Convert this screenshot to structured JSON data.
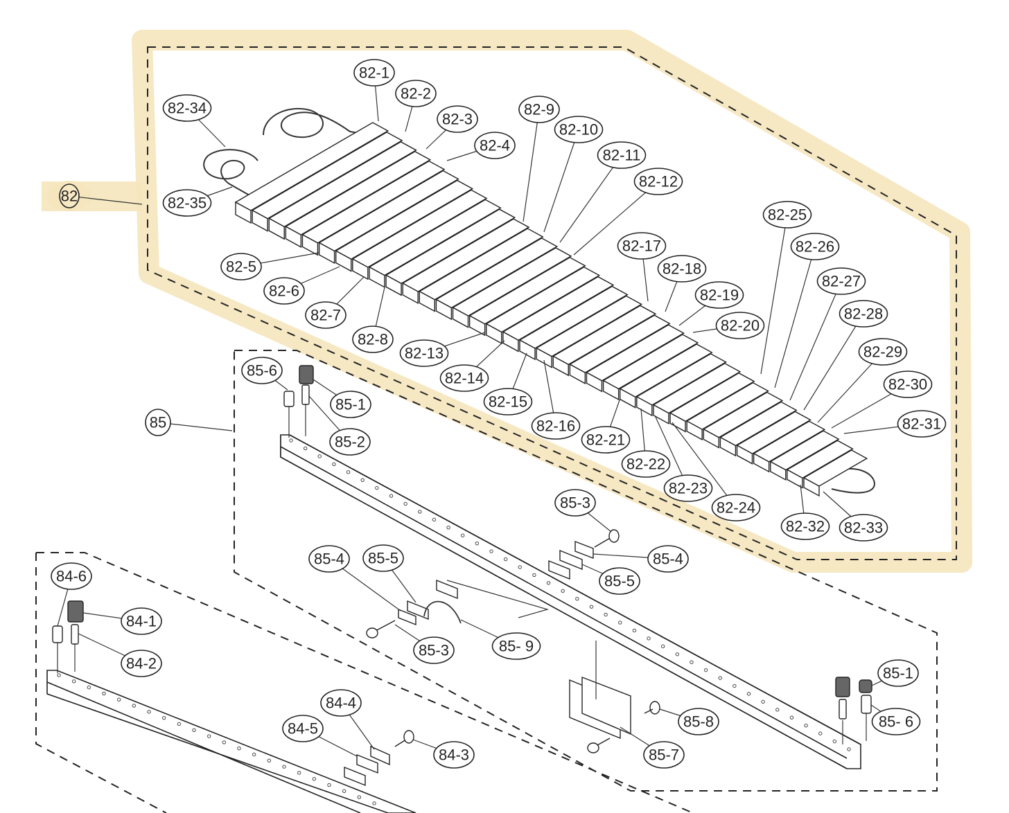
{
  "diagram": {
    "highlight_color": "#f7e9c4",
    "highlight_group": "82",
    "callouts": [
      {
        "id": "82",
        "label": "82"
      },
      {
        "id": "82-1",
        "label": "82-1"
      },
      {
        "id": "82-2",
        "label": "82-2"
      },
      {
        "id": "82-3",
        "label": "82-3"
      },
      {
        "id": "82-4",
        "label": "82-4"
      },
      {
        "id": "82-5",
        "label": "82-5"
      },
      {
        "id": "82-6",
        "label": "82-6"
      },
      {
        "id": "82-7",
        "label": "82-7"
      },
      {
        "id": "82-8",
        "label": "82-8"
      },
      {
        "id": "82-9",
        "label": "82-9"
      },
      {
        "id": "82-10",
        "label": "82-10"
      },
      {
        "id": "82-11",
        "label": "82-11"
      },
      {
        "id": "82-12",
        "label": "82-12"
      },
      {
        "id": "82-13",
        "label": "82-13"
      },
      {
        "id": "82-14",
        "label": "82-14"
      },
      {
        "id": "82-15",
        "label": "82-15"
      },
      {
        "id": "82-16",
        "label": "82-16"
      },
      {
        "id": "82-17",
        "label": "82-17"
      },
      {
        "id": "82-18",
        "label": "82-18"
      },
      {
        "id": "82-19",
        "label": "82-19"
      },
      {
        "id": "82-20",
        "label": "82-20"
      },
      {
        "id": "82-21",
        "label": "82-21"
      },
      {
        "id": "82-22",
        "label": "82-22"
      },
      {
        "id": "82-23",
        "label": "82-23"
      },
      {
        "id": "82-24",
        "label": "82-24"
      },
      {
        "id": "82-25",
        "label": "82-25"
      },
      {
        "id": "82-26",
        "label": "82-26"
      },
      {
        "id": "82-27",
        "label": "82-27"
      },
      {
        "id": "82-28",
        "label": "82-28"
      },
      {
        "id": "82-29",
        "label": "82-29"
      },
      {
        "id": "82-30",
        "label": "82-30"
      },
      {
        "id": "82-31",
        "label": "82-31"
      },
      {
        "id": "82-32",
        "label": "82-32"
      },
      {
        "id": "82-33",
        "label": "82-33"
      },
      {
        "id": "82-34",
        "label": "82-34"
      },
      {
        "id": "82-35",
        "label": "82-35"
      },
      {
        "id": "85",
        "label": "85"
      },
      {
        "id": "85-6a",
        "label": "85-6"
      },
      {
        "id": "85-1a",
        "label": "85-1"
      },
      {
        "id": "85-2",
        "label": "85-2"
      },
      {
        "id": "85-3a",
        "label": "85-3"
      },
      {
        "id": "85-4a",
        "label": "85-4"
      },
      {
        "id": "85-5a",
        "label": "85-5"
      },
      {
        "id": "85-4b",
        "label": "85-4"
      },
      {
        "id": "85-5b",
        "label": "85-5"
      },
      {
        "id": "85-3b",
        "label": "85-3"
      },
      {
        "id": "85-9",
        "label": "85- 9"
      },
      {
        "id": "85-1b",
        "label": "85-1"
      },
      {
        "id": "85-6b",
        "label": "85- 6"
      },
      {
        "id": "85-8",
        "label": "85-8"
      },
      {
        "id": "85-7",
        "label": "85-7"
      },
      {
        "id": "84-6",
        "label": "84-6"
      },
      {
        "id": "84-1",
        "label": "84-1"
      },
      {
        "id": "84-2",
        "label": "84-2"
      },
      {
        "id": "84-4",
        "label": "84-4"
      },
      {
        "id": "84-5",
        "label": "84-5"
      },
      {
        "id": "84-3",
        "label": "84-3"
      }
    ]
  }
}
